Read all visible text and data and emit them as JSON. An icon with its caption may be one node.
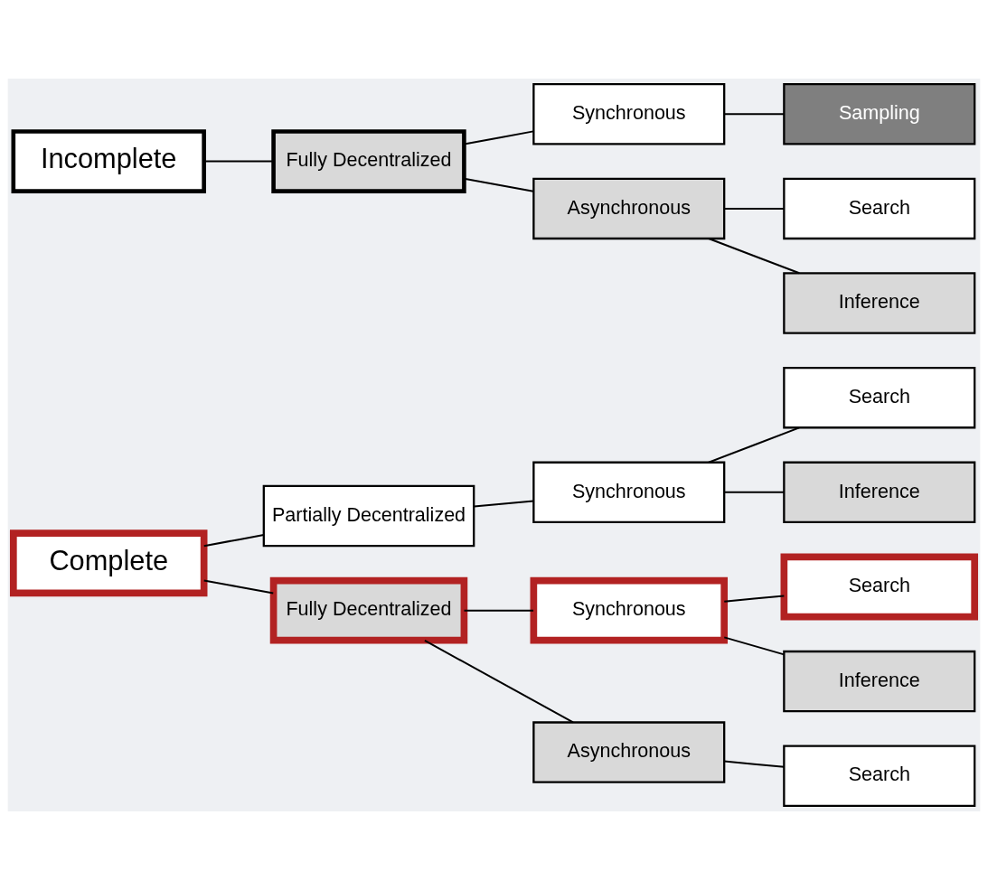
{
  "diagram": {
    "nodes": [
      {
        "text": [
          "Complete"
        ]
      },
      {
        "text": [
          "Partially Decentralized"
        ]
      },
      {
        "text": [
          "Synchronous"
        ]
      },
      {
        "text": [
          "Search"
        ]
      },
      {
        "text": [
          "Inference"
        ]
      },
      {
        "text": [
          "Fully Decentralized"
        ]
      },
      {
        "text": [
          "Synchronous"
        ]
      },
      {
        "text": [
          "Search"
        ]
      },
      {
        "text": [
          "Inference"
        ]
      },
      {
        "text": [
          "Asynchronous"
        ]
      },
      {
        "text": [
          "Search"
        ]
      },
      {
        "text": [
          "Incomplete"
        ]
      },
      {
        "text": [
          "Fully Decentralized"
        ]
      },
      {
        "text": [
          "Synchronous"
        ]
      },
      {
        "text": [
          "Sampling"
        ]
      },
      {
        "text": [
          "Asynchronous"
        ]
      },
      {
        "text": [
          "Search"
        ]
      },
      {
        "text": [
          "Inference"
        ]
      }
    ],
    "edges": [
      {
        "from": 0,
        "to": 1,
        "arrow": "none"
      },
      {
        "from": 1,
        "to": 2,
        "arrow": "none"
      },
      {
        "from": 2,
        "to": 3,
        "arrow": "none"
      },
      {
        "from": 2,
        "to": 4,
        "arrow": "none"
      },
      {
        "from": 0,
        "to": 5,
        "arrow": "none"
      },
      {
        "from": 5,
        "to": 6,
        "arrow": "none"
      },
      {
        "from": 6,
        "to": 7,
        "arrow": "none"
      },
      {
        "from": 6,
        "to": 8,
        "arrow": "none"
      },
      {
        "from": 5,
        "to": 9,
        "arrow": "none"
      },
      {
        "from": 9,
        "to": 10,
        "arrow": "none"
      },
      {
        "from": 11,
        "to": 12,
        "arrow": "none"
      },
      {
        "from": 12,
        "to": 13,
        "arrow": "none"
      },
      {
        "from": 13,
        "to": 14,
        "arrow": "none"
      },
      {
        "from": 12,
        "to": 15,
        "arrow": "none"
      },
      {
        "from": 15,
        "to": 16,
        "arrow": "none"
      },
      {
        "from": 15,
        "to": 17,
        "arrow": "none"
      }
    ]
  }
}
